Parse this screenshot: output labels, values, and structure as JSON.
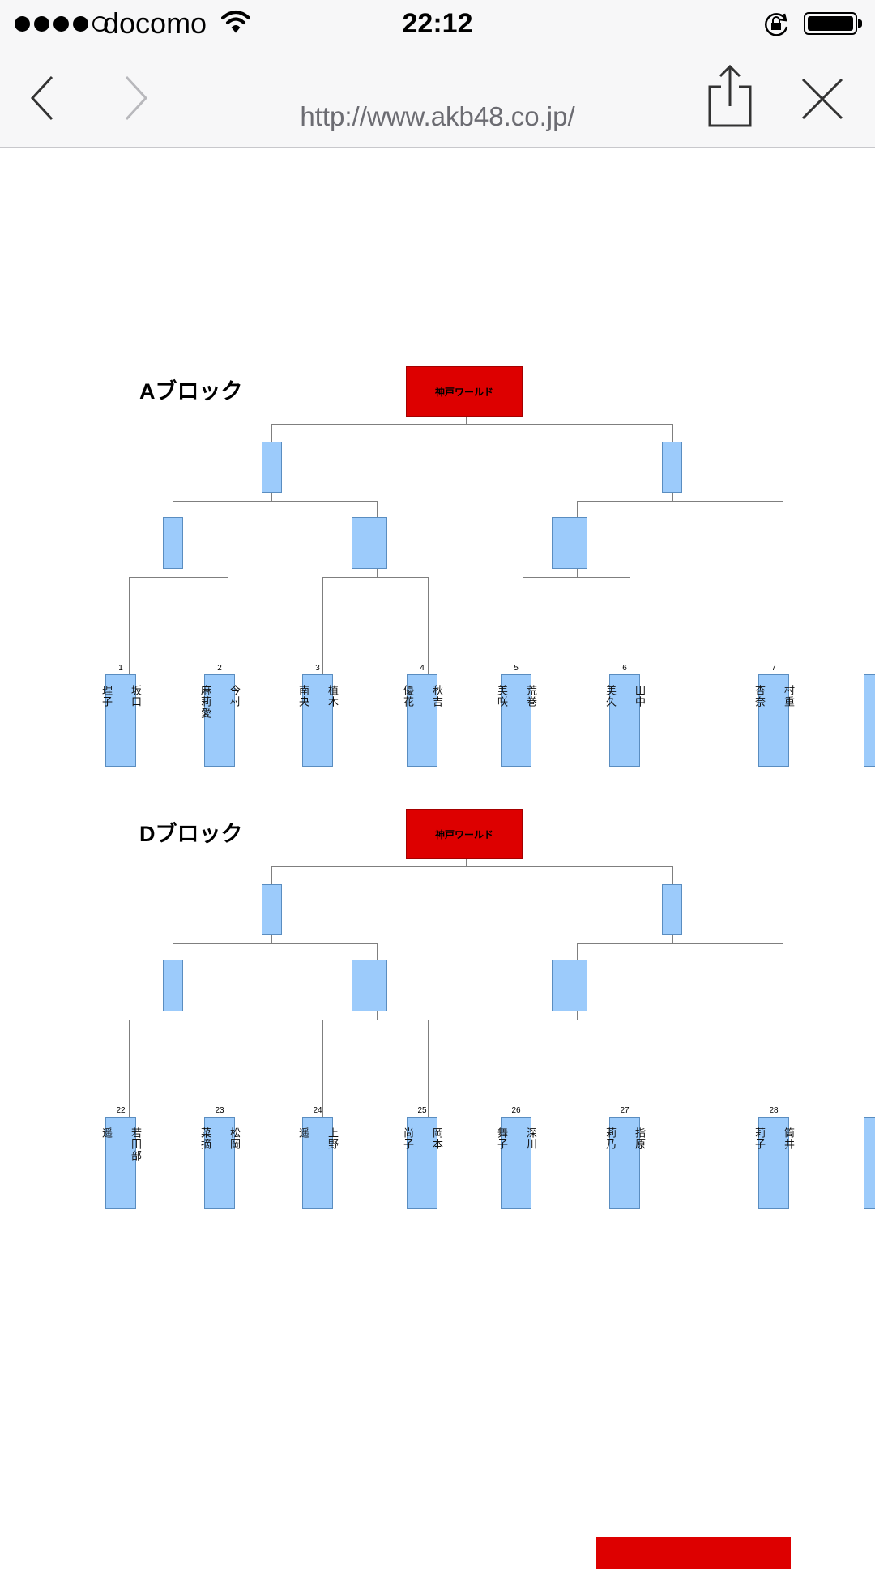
{
  "status": {
    "carrier": "docomo",
    "time": "22:12",
    "signal_bars": 4,
    "signal_total": 5
  },
  "browser": {
    "url": "http://www.akb48.co.jp/",
    "back_icon": "chevron-left-icon",
    "forward_icon": "chevron-right-icon",
    "share_icon": "share-icon",
    "close_icon": "close-icon"
  },
  "colors": {
    "header_red": "#dd0000",
    "node_blue": "#9ccbfb",
    "link_gray": "#7f7f7f"
  },
  "blocks": [
    {
      "label": "Aブロック",
      "header": "神戸ワールド",
      "players": [
        {
          "seed": "1",
          "name": "坂口\n\n理子"
        },
        {
          "seed": "2",
          "name": "今村\n\n麻莉愛"
        },
        {
          "seed": "3",
          "name": "植木\n\n南央"
        },
        {
          "seed": "4",
          "name": "秋吉\n\n優花"
        },
        {
          "seed": "5",
          "name": "荒巻\n\n美咲"
        },
        {
          "seed": "6",
          "name": "田中\n\n美久"
        },
        {
          "seed": "7",
          "name": "村重\n\n杏奈"
        }
      ]
    },
    {
      "label": "Dブロック",
      "header": "神戸ワールド",
      "players": [
        {
          "seed": "22",
          "name": "若田部\n\n遥"
        },
        {
          "seed": "23",
          "name": "松岡\n\n菜摘"
        },
        {
          "seed": "24",
          "name": "上野\n\n遥"
        },
        {
          "seed": "25",
          "name": "岡本\n\n尚子"
        },
        {
          "seed": "26",
          "name": "深川\n\n舞子"
        },
        {
          "seed": "27",
          "name": "指原\n\n莉乃"
        },
        {
          "seed": "28",
          "name": "筒井\n\n莉子"
        }
      ]
    }
  ]
}
